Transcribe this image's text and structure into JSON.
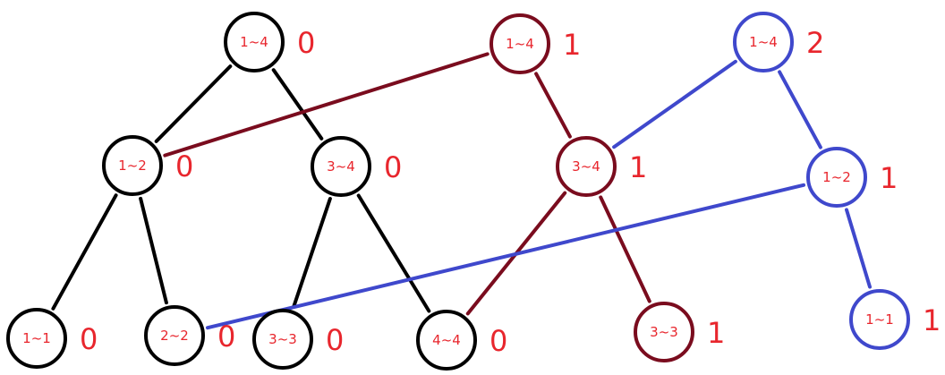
{
  "colors": {
    "tree0": "#000000",
    "tree1": "#7a0c1e",
    "tree2": "#3f48cc",
    "label": "#e8262d"
  },
  "trees": [
    {
      "color_key": "tree0",
      "nodes": [
        {
          "id": "t0-root",
          "range": "1~4",
          "count": "0"
        },
        {
          "id": "t0-l",
          "range": "1~2",
          "count": "0"
        },
        {
          "id": "t0-r",
          "range": "3~4",
          "count": "0"
        },
        {
          "id": "t0-ll",
          "range": "1~1",
          "count": "0"
        },
        {
          "id": "t0-lr",
          "range": "2~2",
          "count": "0"
        },
        {
          "id": "t0-rl",
          "range": "3~3",
          "count": "0"
        },
        {
          "id": "t0-rr",
          "range": "4~4",
          "count": "0"
        }
      ]
    },
    {
      "color_key": "tree1",
      "nodes": [
        {
          "id": "t1-root",
          "range": "1~4",
          "count": "1"
        },
        {
          "id": "t1-r",
          "range": "3~4",
          "count": "1"
        },
        {
          "id": "t1-rl",
          "range": "3~3",
          "count": "1"
        }
      ]
    },
    {
      "color_key": "tree2",
      "nodes": [
        {
          "id": "t2-root",
          "range": "1~4",
          "count": "2"
        },
        {
          "id": "t2-l",
          "range": "1~2",
          "count": "1"
        },
        {
          "id": "t2-ll",
          "range": "1~1",
          "count": "1"
        }
      ]
    }
  ],
  "edges": [
    {
      "from": "t0-root",
      "to": "t0-l",
      "color_key": "tree0"
    },
    {
      "from": "t0-root",
      "to": "t0-r",
      "color_key": "tree0"
    },
    {
      "from": "t0-l",
      "to": "t0-ll",
      "color_key": "tree0"
    },
    {
      "from": "t0-l",
      "to": "t0-lr",
      "color_key": "tree0"
    },
    {
      "from": "t0-r",
      "to": "t0-rl",
      "color_key": "tree0"
    },
    {
      "from": "t0-r",
      "to": "t0-rr",
      "color_key": "tree0"
    },
    {
      "from": "t1-root",
      "to": "t0-l",
      "color_key": "tree1"
    },
    {
      "from": "t1-root",
      "to": "t1-r",
      "color_key": "tree1"
    },
    {
      "from": "t1-r",
      "to": "t0-rr",
      "color_key": "tree1"
    },
    {
      "from": "t1-r",
      "to": "t1-rl",
      "color_key": "tree1"
    },
    {
      "from": "t2-root",
      "to": "t1-r",
      "color_key": "tree2"
    },
    {
      "from": "t2-root",
      "to": "t2-l",
      "color_key": "tree2"
    },
    {
      "from": "t2-l",
      "to": "t0-lr",
      "color_key": "tree2"
    },
    {
      "from": "t2-l",
      "to": "t2-ll",
      "color_key": "tree2"
    }
  ]
}
